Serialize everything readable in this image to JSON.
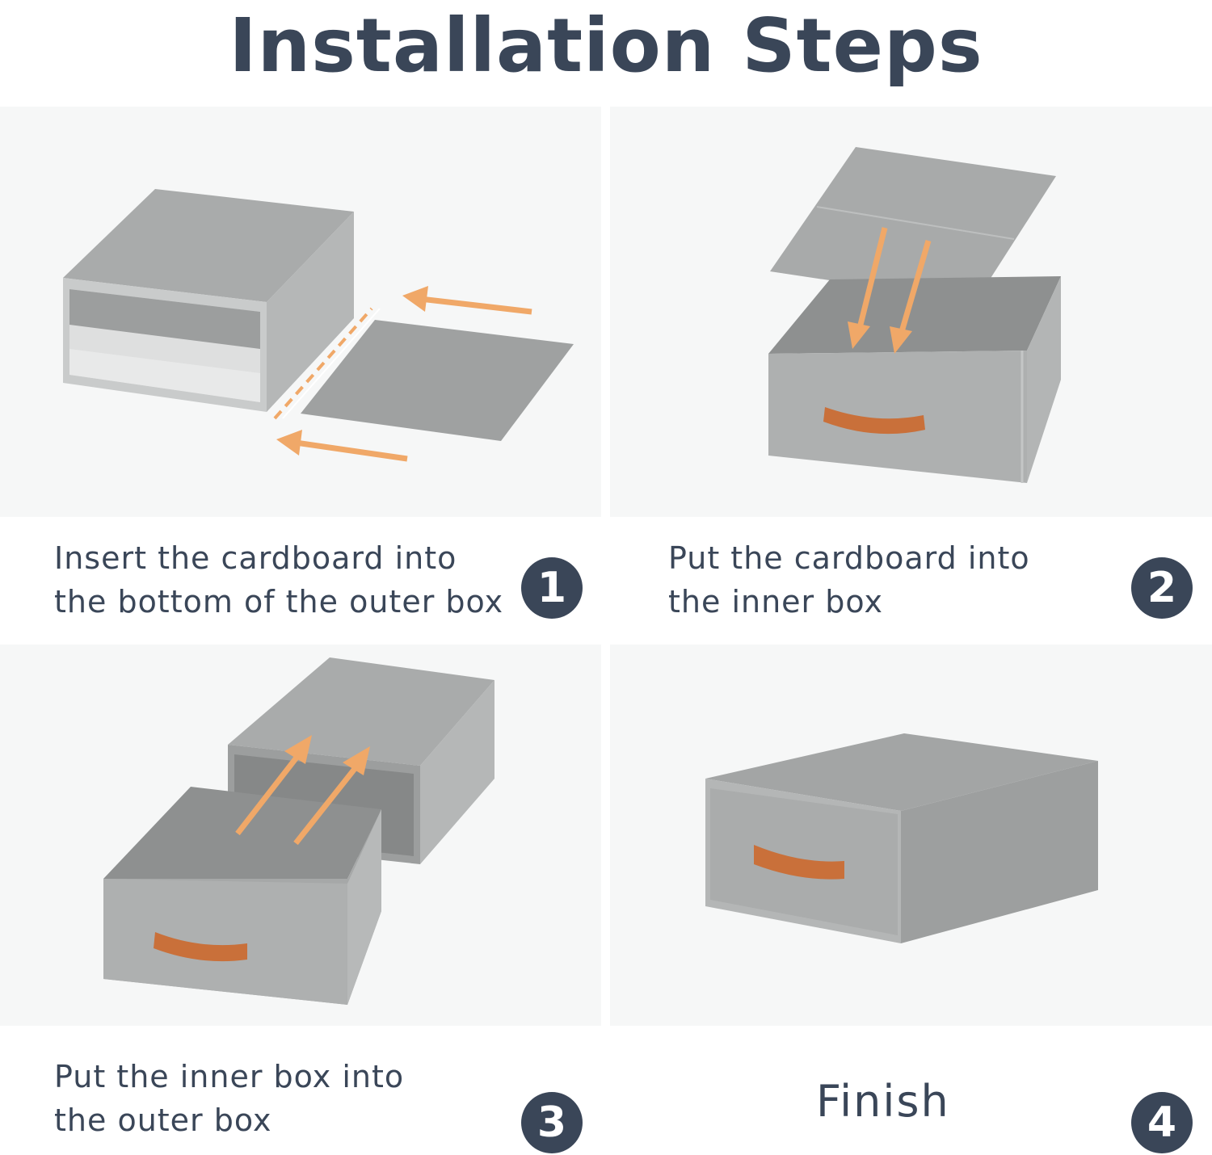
{
  "title": "Installation Steps",
  "steps": [
    {
      "number": "1",
      "line1": "Insert the cardboard into",
      "line2": "the bottom of the outer box"
    },
    {
      "number": "2",
      "line1": "Put the cardboard into",
      "line2": "the inner box"
    },
    {
      "number": "3",
      "line1": "Put the inner box into",
      "line2": "the outer box"
    },
    {
      "number": "4",
      "label": "Finish"
    }
  ],
  "colors": {
    "heading": "#3a4658",
    "panel_bg": "#f6f7f7",
    "box_gray": "#a9abab",
    "arrow": "#f0a868",
    "handle": "#c9703a",
    "badge": "#3a4658"
  }
}
